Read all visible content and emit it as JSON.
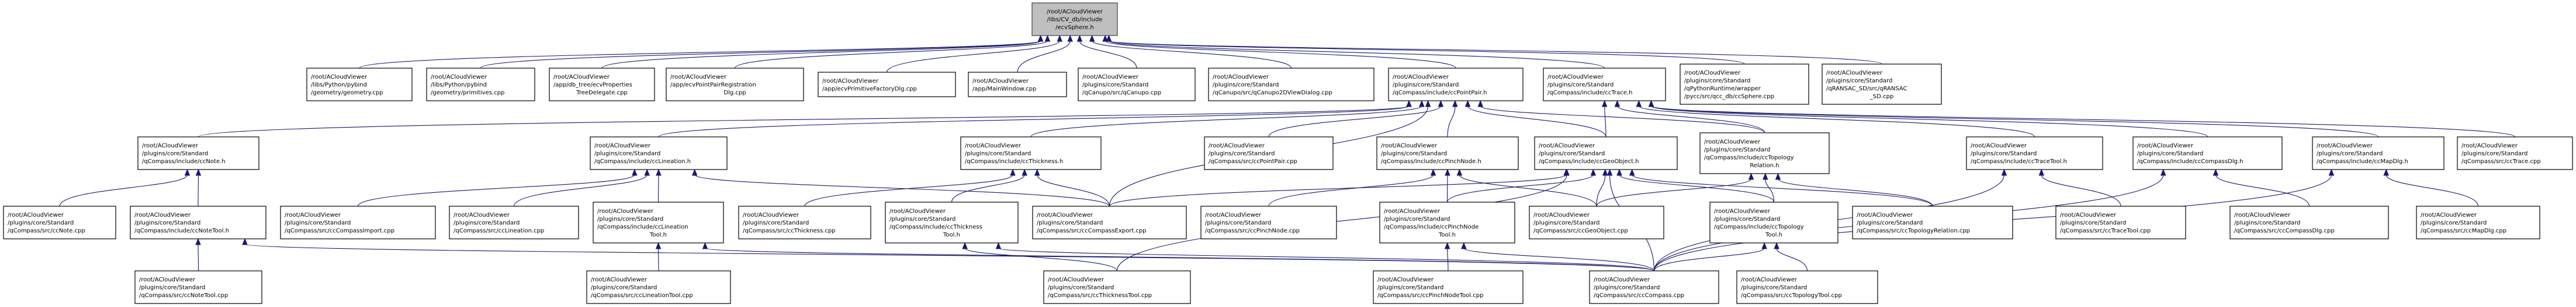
{
  "graph": {
    "type": "include-dependency-graph",
    "root": "n_root",
    "nodes": [
      {
        "id": "n_root",
        "lines": [
          "/root/ACloudViewer",
          "/libs/CV_db/include",
          "/ecvSphere.h"
        ],
        "highlight": true
      },
      {
        "id": "n_geometry",
        "lines": [
          "/root/ACloudViewer",
          "/libs/Python/pybind",
          "/geometry/geometry.cpp"
        ]
      },
      {
        "id": "n_primitives",
        "lines": [
          "/root/ACloudViewer",
          "/libs/Python/pybind",
          "/geometry/primitives.cpp"
        ]
      },
      {
        "id": "n_proptree",
        "lines": [
          "/root/ACloudViewer",
          "/app/db_tree/ecvProperties",
          "TreeDelegate.cpp"
        ]
      },
      {
        "id": "n_ppreg",
        "lines": [
          "/root/ACloudViewer",
          "/app/ecvPointPairRegistration",
          "Dlg.cpp"
        ]
      },
      {
        "id": "n_primfactory",
        "lines": [
          "/root/ACloudViewer",
          "/app/ecvPrimitiveFactoryDlg.cpp"
        ]
      },
      {
        "id": "n_mainwindow",
        "lines": [
          "/root/ACloudViewer",
          "/app/MainWindow.cpp"
        ]
      },
      {
        "id": "n_qcanupo",
        "lines": [
          "/root/ACloudViewer",
          "/plugins/core/Standard",
          "/qCanupo/src/qCanupo.cpp"
        ]
      },
      {
        "id": "n_qcanupo2d",
        "lines": [
          "/root/ACloudViewer",
          "/plugins/core/Standard",
          "/qCanupo/src/qCanupo2DViewDialog.cpp"
        ]
      },
      {
        "id": "n_pointpair_h",
        "lines": [
          "/root/ACloudViewer",
          "/plugins/core/Standard",
          "/qCompass/include/ccPointPair.h"
        ]
      },
      {
        "id": "n_trace_h",
        "lines": [
          "/root/ACloudViewer",
          "/plugins/core/Standard",
          "/qCompass/include/ccTrace.h"
        ]
      },
      {
        "id": "n_pyccsphere",
        "lines": [
          "/root/ACloudViewer",
          "/plugins/core/Standard",
          "/qPythonRuntime/wrapper",
          "/pycc/src/qcc_db/ccSphere.cpp"
        ]
      },
      {
        "id": "n_qransac",
        "lines": [
          "/root/ACloudViewer",
          "/plugins/core/Standard",
          "/qRANSAC_SD/src/qRANSAC",
          "_SD.cpp"
        ]
      },
      {
        "id": "n_note_h",
        "lines": [
          "/root/ACloudViewer",
          "/plugins/core/Standard",
          "/qCompass/include/ccNote.h"
        ]
      },
      {
        "id": "n_lineation_h",
        "lines": [
          "/root/ACloudViewer",
          "/plugins/core/Standard",
          "/qCompass/include/ccLineation.h"
        ]
      },
      {
        "id": "n_thickness_h",
        "lines": [
          "/root/ACloudViewer",
          "/plugins/core/Standard",
          "/qCompass/include/ccThickness.h"
        ]
      },
      {
        "id": "n_pointpair_cpp",
        "lines": [
          "/root/ACloudViewer",
          "/plugins/core/Standard",
          "/qCompass/src/ccPointPair.cpp"
        ]
      },
      {
        "id": "n_pinchnode_h",
        "lines": [
          "/root/ACloudViewer",
          "/plugins/core/Standard",
          "/qCompass/include/ccPinchNode.h"
        ]
      },
      {
        "id": "n_geoobject_h",
        "lines": [
          "/root/ACloudViewer",
          "/plugins/core/Standard",
          "/qCompass/include/ccGeoObject.h"
        ]
      },
      {
        "id": "n_toporel_h",
        "lines": [
          "/root/ACloudViewer",
          "/plugins/core/Standard",
          "/qCompass/include/ccTopology",
          "Relation.h"
        ]
      },
      {
        "id": "n_tracetool_h",
        "lines": [
          "/root/ACloudViewer",
          "/plugins/core/Standard",
          "/qCompass/include/ccTraceTool.h"
        ]
      },
      {
        "id": "n_compassdlg_h",
        "lines": [
          "/root/ACloudViewer",
          "/plugins/core/Standard",
          "/qCompass/include/ccCompassDlg.h"
        ]
      },
      {
        "id": "n_mapdlg_h",
        "lines": [
          "/root/ACloudViewer",
          "/plugins/core/Standard",
          "/qCompass/include/ccMapDlg.h"
        ]
      },
      {
        "id": "n_trace_cpp",
        "lines": [
          "/root/ACloudViewer",
          "/plugins/core/Standard",
          "/qCompass/src/ccTrace.cpp"
        ]
      },
      {
        "id": "n_note_cpp",
        "lines": [
          "/root/ACloudViewer",
          "/plugins/core/Standard",
          "/qCompass/src/ccNote.cpp"
        ]
      },
      {
        "id": "n_notetool_h",
        "lines": [
          "/root/ACloudViewer",
          "/plugins/core/Standard",
          "/qCompass/include/ccNoteTool.h"
        ]
      },
      {
        "id": "n_compassimport",
        "lines": [
          "/root/ACloudViewer",
          "/plugins/core/Standard",
          "/qCompass/src/ccCompassImport.cpp"
        ]
      },
      {
        "id": "n_lineation_cpp",
        "lines": [
          "/root/ACloudViewer",
          "/plugins/core/Standard",
          "/qCompass/src/ccLineation.cpp"
        ]
      },
      {
        "id": "n_lineationtool_h",
        "lines": [
          "/root/ACloudViewer",
          "/plugins/core/Standard",
          "/qCompass/include/ccLineation",
          "Tool.h"
        ]
      },
      {
        "id": "n_thickness_cpp",
        "lines": [
          "/root/ACloudViewer",
          "/plugins/core/Standard",
          "/qCompass/src/ccThickness.cpp"
        ]
      },
      {
        "id": "n_thicknesstool_h",
        "lines": [
          "/root/ACloudViewer",
          "/plugins/core/Standard",
          "/qCompass/include/ccThickness",
          "Tool.h"
        ]
      },
      {
        "id": "n_compassexport",
        "lines": [
          "/root/ACloudViewer",
          "/plugins/core/Standard",
          "/qCompass/src/ccCompassExport.cpp"
        ]
      },
      {
        "id": "n_pinchnode_cpp",
        "lines": [
          "/root/ACloudViewer",
          "/plugins/core/Standard",
          "/qCompass/src/ccPinchNode.cpp"
        ]
      },
      {
        "id": "n_pinchnodetool_h",
        "lines": [
          "/root/ACloudViewer",
          "/plugins/core/Standard",
          "/qCompass/include/ccPinchNode",
          "Tool.h"
        ]
      },
      {
        "id": "n_geoobject_cpp",
        "lines": [
          "/root/ACloudViewer",
          "/plugins/core/Standard",
          "/qCompass/src/ccGeoObject.cpp"
        ]
      },
      {
        "id": "n_topotool_h",
        "lines": [
          "/root/ACloudViewer",
          "/plugins/core/Standard",
          "/qCompass/include/ccTopology",
          "Tool.h"
        ]
      },
      {
        "id": "n_toporel_cpp",
        "lines": [
          "/root/ACloudViewer",
          "/plugins/core/Standard",
          "/qCompass/src/ccTopologyRelation.cpp"
        ]
      },
      {
        "id": "n_tracetool_cpp",
        "lines": [
          "/root/ACloudViewer",
          "/plugins/core/Standard",
          "/qCompass/src/ccTraceTool.cpp"
        ]
      },
      {
        "id": "n_compassdlg_cpp",
        "lines": [
          "/root/ACloudViewer",
          "/plugins/core/Standard",
          "/qCompass/src/ccCompassDlg.cpp"
        ]
      },
      {
        "id": "n_mapdlg_cpp",
        "lines": [
          "/root/ACloudViewer",
          "/plugins/core/Standard",
          "/qCompass/src/ccMapDlg.cpp"
        ]
      },
      {
        "id": "n_notetool_cpp",
        "lines": [
          "/root/ACloudViewer",
          "/plugins/core/Standard",
          "/qCompass/src/ccNoteTool.cpp"
        ]
      },
      {
        "id": "n_lineationtool_cpp",
        "lines": [
          "/root/ACloudViewer",
          "/plugins/core/Standard",
          "/qCompass/src/ccLineationTool.cpp"
        ]
      },
      {
        "id": "n_thicknesstool_cpp",
        "lines": [
          "/root/ACloudViewer",
          "/plugins/core/Standard",
          "/qCompass/src/ccThicknessTool.cpp"
        ]
      },
      {
        "id": "n_pinchnodetool_cpp",
        "lines": [
          "/root/ACloudViewer",
          "/plugins/core/Standard",
          "/qCompass/src/ccPinchNodeTool.cpp"
        ]
      },
      {
        "id": "n_compass_cpp",
        "lines": [
          "/root/ACloudViewer",
          "/plugins/core/Standard",
          "/qCompass/src/ccCompass.cpp"
        ]
      },
      {
        "id": "n_topotool_cpp",
        "lines": [
          "/root/ACloudViewer",
          "/plugins/core/Standard",
          "/qCompass/src/ccTopologyTool.cpp"
        ]
      }
    ],
    "edges": [
      [
        "n_geometry",
        "n_root"
      ],
      [
        "n_primitives",
        "n_root"
      ],
      [
        "n_proptree",
        "n_root"
      ],
      [
        "n_ppreg",
        "n_root"
      ],
      [
        "n_primfactory",
        "n_root"
      ],
      [
        "n_mainwindow",
        "n_root"
      ],
      [
        "n_qcanupo",
        "n_root"
      ],
      [
        "n_qcanupo2d",
        "n_root"
      ],
      [
        "n_pointpair_h",
        "n_root"
      ],
      [
        "n_trace_h",
        "n_root"
      ],
      [
        "n_pyccsphere",
        "n_root"
      ],
      [
        "n_qransac",
        "n_root"
      ],
      [
        "n_note_h",
        "n_pointpair_h"
      ],
      [
        "n_lineation_h",
        "n_pointpair_h"
      ],
      [
        "n_thickness_h",
        "n_pointpair_h"
      ],
      [
        "n_pointpair_cpp",
        "n_pointpair_h"
      ],
      [
        "n_pinchnode_h",
        "n_pointpair_h"
      ],
      [
        "n_geoobject_h",
        "n_pointpair_h"
      ],
      [
        "n_compassexport",
        "n_pointpair_h"
      ],
      [
        "n_toporel_h",
        "n_pointpair_h"
      ],
      [
        "n_geoobject_h",
        "n_trace_h"
      ],
      [
        "n_tracetool_h",
        "n_trace_h"
      ],
      [
        "n_compassdlg_h",
        "n_trace_h"
      ],
      [
        "n_mapdlg_h",
        "n_trace_h"
      ],
      [
        "n_trace_cpp",
        "n_trace_h"
      ],
      [
        "n_toporel_h",
        "n_trace_h"
      ],
      [
        "n_note_cpp",
        "n_note_h"
      ],
      [
        "n_notetool_h",
        "n_note_h"
      ],
      [
        "n_compassimport",
        "n_lineation_h"
      ],
      [
        "n_lineation_cpp",
        "n_lineation_h"
      ],
      [
        "n_lineationtool_h",
        "n_lineation_h"
      ],
      [
        "n_compassexport",
        "n_lineation_h"
      ],
      [
        "n_thickness_cpp",
        "n_thickness_h"
      ],
      [
        "n_thicknesstool_h",
        "n_thickness_h"
      ],
      [
        "n_compassexport",
        "n_thickness_h"
      ],
      [
        "n_pinchnode_cpp",
        "n_pinchnode_h"
      ],
      [
        "n_pinchnodetool_h",
        "n_pinchnode_h"
      ],
      [
        "n_geoobject_cpp",
        "n_pinchnode_h"
      ],
      [
        "n_compassexport",
        "n_geoobject_h"
      ],
      [
        "n_pinchnodetool_h",
        "n_geoobject_h"
      ],
      [
        "n_geoobject_cpp",
        "n_geoobject_h"
      ],
      [
        "n_topotool_h",
        "n_geoobject_h"
      ],
      [
        "n_toporel_cpp",
        "n_geoobject_h"
      ],
      [
        "n_compass_cpp",
        "n_geoobject_h"
      ],
      [
        "n_thicknesstool_cpp",
        "n_geoobject_h"
      ],
      [
        "n_geoobject_cpp",
        "n_toporel_h"
      ],
      [
        "n_topotool_h",
        "n_toporel_h"
      ],
      [
        "n_toporel_cpp",
        "n_toporel_h"
      ],
      [
        "n_tracetool_cpp",
        "n_tracetool_h"
      ],
      [
        "n_compass_cpp",
        "n_tracetool_h"
      ],
      [
        "n_compassdlg_cpp",
        "n_compassdlg_h"
      ],
      [
        "n_compass_cpp",
        "n_compassdlg_h"
      ],
      [
        "n_mapdlg_cpp",
        "n_mapdlg_h"
      ],
      [
        "n_compass_cpp",
        "n_mapdlg_h"
      ],
      [
        "n_notetool_cpp",
        "n_notetool_h"
      ],
      [
        "n_compass_cpp",
        "n_notetool_h"
      ],
      [
        "n_lineationtool_cpp",
        "n_lineationtool_h"
      ],
      [
        "n_compass_cpp",
        "n_lineationtool_h"
      ],
      [
        "n_thicknesstool_cpp",
        "n_thicknesstool_h"
      ],
      [
        "n_compass_cpp",
        "n_thicknesstool_h"
      ],
      [
        "n_pinchnodetool_cpp",
        "n_pinchnodetool_h"
      ],
      [
        "n_compass_cpp",
        "n_pinchnodetool_h"
      ],
      [
        "n_topotool_cpp",
        "n_topotool_h"
      ],
      [
        "n_compass_cpp",
        "n_topotool_h"
      ]
    ],
    "colors": {
      "edge": "#191970",
      "root_fill": "#bfbfbf",
      "node_fill": "#ffffff",
      "node_border": "#000000"
    }
  }
}
